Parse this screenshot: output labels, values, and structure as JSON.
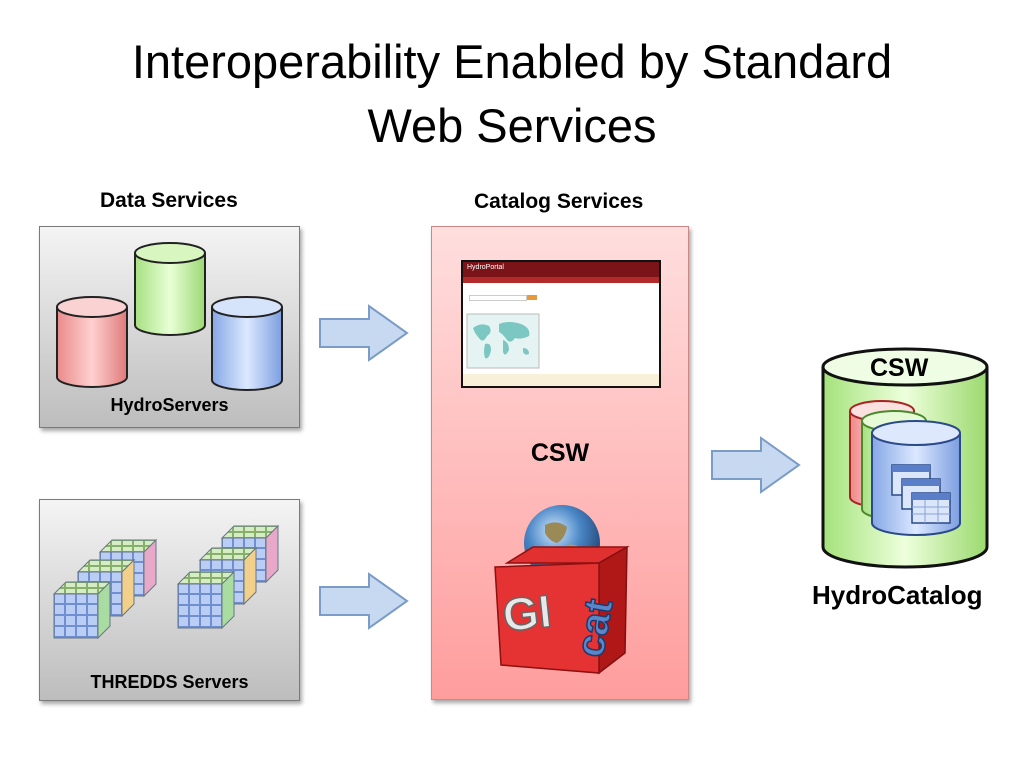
{
  "slide": {
    "title_line1": "Interoperability Enabled by Standard",
    "title_line2": "Web Services"
  },
  "data_services": {
    "heading": "Data Services",
    "hydroservers_label": "HydroServers",
    "thredds_label": "THREDDS Servers"
  },
  "catalog_services": {
    "heading": "Catalog Services",
    "csw_label": "CSW",
    "portal_site_name": "HydroPortal",
    "gicat_logo_text": "GI cat"
  },
  "hydrocatalog": {
    "csw_label": "CSW",
    "label": "HydroCatalog"
  },
  "colors": {
    "red_cyl": "#f4a0a0",
    "green_cyl": "#c4f0a0",
    "blue_cyl": "#a8c4f4",
    "arrow_fill": "#c6d9f1",
    "arrow_stroke": "#7a9cc6",
    "catalog_green": "#c8f5a0"
  }
}
